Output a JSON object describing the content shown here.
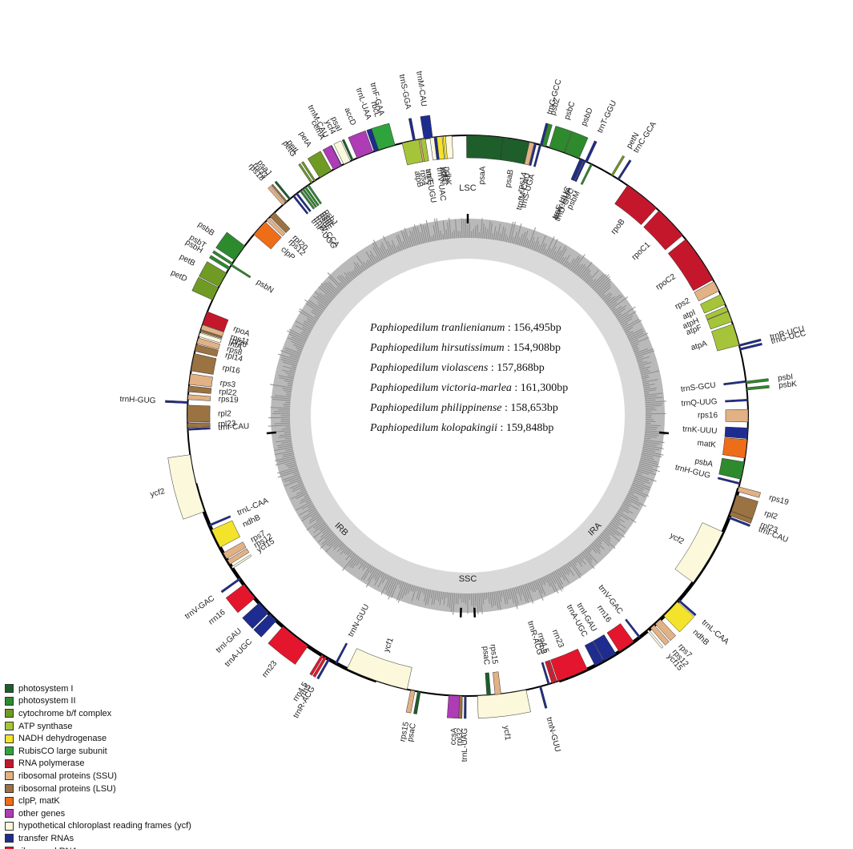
{
  "species": [
    {
      "name": "Paphiopedilum tranlienianum",
      "length": ": 156,495bp"
    },
    {
      "name": "Paphiopedilum hirsutissimum",
      "length": ": 154,908bp"
    },
    {
      "name": "Paphiopedilum violascens",
      "length": ": 157,868bp"
    },
    {
      "name": "Paphiopedilum victoria-marlea",
      "length": ": 161,300bp"
    },
    {
      "name": "Paphiopedilum philippinense",
      "length": ": 158,653bp"
    },
    {
      "name": "Paphiopedilum kolopakingii",
      "length": ": 159,848bp"
    }
  ],
  "regions": {
    "lsc": "LSC",
    "irb": "IRB",
    "ssc": "SSC",
    "ira": "IRA"
  },
  "legend": [
    {
      "label": "photosystem I",
      "color": "#1d5e2a"
    },
    {
      "label": "photosystem II",
      "color": "#2d8a2d"
    },
    {
      "label": "cytochrome b/f complex",
      "color": "#6f9a24"
    },
    {
      "label": "ATP synthase",
      "color": "#a6c43a"
    },
    {
      "label": "NADH dehydrogenase",
      "color": "#f3e32b"
    },
    {
      "label": "RubisCO large subunit",
      "color": "#2fa43c"
    },
    {
      "label": "RNA polymerase",
      "color": "#c4172b"
    },
    {
      "label": "ribosomal proteins (SSU)",
      "color": "#e2b184"
    },
    {
      "label": "ribosomal proteins (LSU)",
      "color": "#9b7241"
    },
    {
      "label": "clpP, matK",
      "color": "#ee6d18"
    },
    {
      "label": "other genes",
      "color": "#ad3cb5"
    },
    {
      "label": "hypothetical chloroplast reading frames (ycf)",
      "color": "#fcf8dc"
    },
    {
      "label": "transfer RNAs",
      "color": "#1f2c8f"
    },
    {
      "label": "ribosomal RNAs",
      "color": "#e3162d"
    }
  ],
  "genes": [
    {
      "name": "trnM-CAU",
      "angle": -27,
      "out": true,
      "w": 0.6,
      "cat": 12
    },
    {
      "name": "trnL-UAA",
      "angle": -18.5,
      "out": true,
      "w": 2.0,
      "cat": 12
    },
    {
      "name": "trnF-GAA",
      "angle": -16,
      "out": true,
      "w": 0.5,
      "cat": 12
    },
    {
      "name": "trnS-GGA",
      "angle": -11,
      "out": true,
      "w": 0.5,
      "cat": 12
    },
    {
      "name": "rps4",
      "angle": -10.5,
      "out": false,
      "w": 1.8,
      "cat": 7
    },
    {
      "name": "trnT-UGU",
      "angle": -9.2,
      "out": false,
      "w": 0.4,
      "cat": 12
    },
    {
      "name": "ycf3",
      "angle": -5.5,
      "out": false,
      "w": 4.5,
      "cat": 11
    },
    {
      "name": "psaA",
      "angle": 3.5,
      "out": false,
      "w": 7.5,
      "cat": 0
    },
    {
      "name": "psaB",
      "angle": 10.0,
      "out": false,
      "w": 5.5,
      "cat": 0
    },
    {
      "name": "rps14",
      "angle": 13.2,
      "out": false,
      "w": 1.0,
      "cat": 7
    },
    {
      "name": "trnfM-CAU",
      "angle": 14.0,
      "out": false,
      "w": 0.4,
      "cat": 12
    },
    {
      "name": "trnS-UGA",
      "angle": 15.0,
      "out": false,
      "w": 0.4,
      "cat": 12
    },
    {
      "name": "trnG-GCC",
      "angle": 15.2,
      "out": true,
      "w": 0.5,
      "cat": 12
    },
    {
      "name": "psbZ",
      "angle": 15.8,
      "out": true,
      "w": 0.8,
      "cat": 1
    },
    {
      "name": "psbC",
      "angle": 18.5,
      "out": true,
      "w": 3.2,
      "cat": 1
    },
    {
      "name": "psbD",
      "angle": 21.8,
      "out": true,
      "w": 3.2,
      "cat": 1
    },
    {
      "name": "trnT-GGU",
      "angle": 25.0,
      "out": true,
      "w": 0.5,
      "cat": 12
    },
    {
      "name": "trnE-UUC",
      "angle": 23.8,
      "out": false,
      "w": 0.4,
      "cat": 12
    },
    {
      "name": "trnY-GUA",
      "angle": 24.2,
      "out": false,
      "w": 0.4,
      "cat": 12
    },
    {
      "name": "trnD-GUC",
      "angle": 24.7,
      "out": false,
      "w": 0.4,
      "cat": 12
    },
    {
      "name": "psbM",
      "angle": 26.2,
      "out": false,
      "w": 0.4,
      "cat": 1
    },
    {
      "name": "petN",
      "angle": 31.0,
      "out": true,
      "w": 0.4,
      "cat": 2
    },
    {
      "name": "trnC-GCA",
      "angle": 32.5,
      "out": true,
      "w": 0.4,
      "cat": 12
    },
    {
      "name": "rpoB",
      "angle": 38.5,
      "out": false,
      "w": 7.5,
      "cat": 6
    },
    {
      "name": "rpoC1",
      "angle": 46.5,
      "out": false,
      "w": 7.0,
      "cat": 6
    },
    {
      "name": "rpoC2",
      "angle": 56.0,
      "out": false,
      "w": 10.0,
      "cat": 6
    },
    {
      "name": "rps2",
      "angle": 62.5,
      "out": false,
      "w": 2.2,
      "cat": 7
    },
    {
      "name": "atpI",
      "angle": 65.5,
      "out": false,
      "w": 2.2,
      "cat": 3
    },
    {
      "name": "atpH",
      "angle": 67.6,
      "out": false,
      "w": 1.0,
      "cat": 3
    },
    {
      "name": "atpF",
      "angle": 69.3,
      "out": false,
      "w": 2.2,
      "cat": 3
    },
    {
      "name": "atpA",
      "angle": 73.2,
      "out": false,
      "w": 4.5,
      "cat": 3
    },
    {
      "name": "trnR-UCU",
      "angle": 75.5,
      "out": true,
      "w": 0.4,
      "cat": 12
    },
    {
      "name": "trnG-UCC",
      "angle": 76.3,
      "out": true,
      "w": 0.4,
      "cat": 12
    },
    {
      "name": "psbI",
      "angle": 83.2,
      "out": true,
      "w": 0.5,
      "cat": 1
    },
    {
      "name": "psbK",
      "angle": 84.5,
      "out": true,
      "w": 0.5,
      "cat": 1
    },
    {
      "name": "trnS-GCU",
      "angle": 83.0,
      "out": false,
      "w": 0.4,
      "cat": 12
    },
    {
      "name": "trnQ-UUG",
      "angle": 86.8,
      "out": false,
      "w": 0.4,
      "cat": 12
    },
    {
      "name": "rps16",
      "angle": 90.0,
      "out": false,
      "w": 2.6,
      "cat": 7
    },
    {
      "name": "trnK-UUU",
      "angle": 93.6,
      "out": false,
      "w": 2.2,
      "cat": 12
    },
    {
      "name": "matK",
      "angle": 96.8,
      "out": false,
      "w": 3.8,
      "cat": 9
    },
    {
      "name": "psbA",
      "angle": 101.3,
      "out": false,
      "w": 3.6,
      "cat": 1
    },
    {
      "name": "trnH-GUG",
      "angle": 104.0,
      "out": false,
      "w": 0.4,
      "cat": 12
    },
    {
      "name": "rps19",
      "angle": 105.2,
      "out": true,
      "w": 1.0,
      "cat": 7
    },
    {
      "name": "rpl2",
      "angle": 108.2,
      "out": true,
      "w": 3.5,
      "cat": 8
    },
    {
      "name": "rpl23",
      "angle": 110.4,
      "out": true,
      "w": 0.9,
      "cat": 8
    },
    {
      "name": "trnI-CAU",
      "angle": 111.3,
      "out": true,
      "w": 0.4,
      "cat": 12
    },
    {
      "name": "ycf2",
      "angle": 120.5,
      "out": false,
      "w": 12.0,
      "cat": 11
    },
    {
      "name": "trnL-CAA",
      "angle": 131.2,
      "out": true,
      "w": 0.4,
      "cat": 12
    },
    {
      "name": "ndhB",
      "angle": 133.6,
      "out": true,
      "w": 4.0,
      "cat": 4
    },
    {
      "name": "rps7",
      "angle": 137.3,
      "out": true,
      "w": 1.4,
      "cat": 7
    },
    {
      "name": "rps12",
      "angle": 138.8,
      "out": true,
      "w": 1.0,
      "cat": 7
    },
    {
      "name": "ycf15",
      "angle": 140.0,
      "out": true,
      "w": 0.4,
      "cat": 11
    },
    {
      "name": "trnV-GAC",
      "angle": 142.2,
      "out": false,
      "w": 0.4,
      "cat": 12
    },
    {
      "name": "rrn16",
      "angle": 145.5,
      "out": false,
      "w": 3.6,
      "cat": 13
    },
    {
      "name": "trnI-GAU",
      "angle": 149.5,
      "out": false,
      "w": 2.8,
      "cat": 12
    },
    {
      "name": "trnA-UGC",
      "angle": 152.0,
      "out": false,
      "w": 2.0,
      "cat": 12
    },
    {
      "name": "rrn23",
      "angle": 158.0,
      "out": false,
      "w": 6.5,
      "cat": 13
    },
    {
      "name": "rrn4.5",
      "angle": 161.7,
      "out": false,
      "w": 0.5,
      "cat": 13
    },
    {
      "name": "rrn5",
      "angle": 162.3,
      "out": false,
      "w": 0.5,
      "cat": 13
    },
    {
      "name": "trnR-ACG",
      "angle": 163.2,
      "out": false,
      "w": 0.4,
      "cat": 12
    },
    {
      "name": "trnN-GUU",
      "angle": 165.0,
      "out": true,
      "w": 0.4,
      "cat": 12
    },
    {
      "name": "ycf1",
      "angle": 173.0,
      "out": true,
      "w": 10.0,
      "cat": 11
    },
    {
      "name": "rps15",
      "angle": 173.8,
      "out": false,
      "w": 1.2,
      "cat": 7
    },
    {
      "name": "psaC",
      "angle": 175.7,
      "out": false,
      "w": 0.8,
      "cat": 0
    },
    {
      "name": "ccsA",
      "angle": -177.5,
      "out": true,
      "w": 2.8,
      "cat": 10
    },
    {
      "name": "trnL-UAG",
      "angle": -179.5,
      "out": true,
      "w": 0.4,
      "cat": 12
    },
    {
      "name": "rpl32",
      "angle": -178.6,
      "out": true,
      "w": 0.6,
      "cat": 8
    },
    {
      "name": "ycf1",
      "angle": -161.0,
      "out": false,
      "w": 13.0,
      "cat": 11
    },
    {
      "name": "psaC",
      "angle": -170.0,
      "out": true,
      "w": 0.6,
      "cat": 0
    },
    {
      "name": "rps15",
      "angle": -168.7,
      "out": true,
      "w": 0.9,
      "cat": 7
    },
    {
      "name": "trnN-GUU",
      "angle": -152.0,
      "out": false,
      "w": 0.4,
      "cat": 12
    },
    {
      "name": "trnR-ACG",
      "angle": -150.3,
      "out": true,
      "w": 0.4,
      "cat": 12
    },
    {
      "name": "rrn5",
      "angle": -149.5,
      "out": true,
      "w": 0.5,
      "cat": 13
    },
    {
      "name": "rrn4.5",
      "angle": -148.8,
      "out": true,
      "w": 0.5,
      "cat": 13
    },
    {
      "name": "rrn23",
      "angle": -142.0,
      "out": true,
      "w": 6.5,
      "cat": 13
    },
    {
      "name": "trnA-UGC",
      "angle": -136.0,
      "out": true,
      "w": 2.0,
      "cat": 12
    },
    {
      "name": "trnI-GAU",
      "angle": -133.3,
      "out": true,
      "w": 2.8,
      "cat": 12
    },
    {
      "name": "rrn16",
      "angle": -128.8,
      "out": true,
      "w": 3.6,
      "cat": 13
    },
    {
      "name": "trnV-GAC",
      "angle": -125.6,
      "out": true,
      "w": 0.4,
      "cat": 12
    },
    {
      "name": "ycf15",
      "angle": -122.8,
      "out": false,
      "w": 0.4,
      "cat": 11
    },
    {
      "name": "rps12",
      "angle": -121.5,
      "out": false,
      "w": 1.0,
      "cat": 7
    },
    {
      "name": "rps7",
      "angle": -120.0,
      "out": false,
      "w": 1.4,
      "cat": 7
    },
    {
      "name": "ndhB",
      "angle": -116.0,
      "out": false,
      "w": 4.0,
      "cat": 4
    },
    {
      "name": "trnL-CAA",
      "angle": -113.0,
      "out": false,
      "w": 0.4,
      "cat": 12
    },
    {
      "name": "ycf2",
      "angle": -104.0,
      "out": true,
      "w": 12.0,
      "cat": 11
    },
    {
      "name": "trnI-CAU",
      "angle": -92.8,
      "out": false,
      "w": 0.4,
      "cat": 12
    },
    {
      "name": "rpl23",
      "angle": -92.0,
      "out": false,
      "w": 0.9,
      "cat": 8
    },
    {
      "name": "rpl2",
      "angle": -89.6,
      "out": false,
      "w": 3.5,
      "cat": 8
    },
    {
      "name": "trnH-GUG",
      "angle": -87.3,
      "out": true,
      "w": 0.4,
      "cat": 12
    },
    {
      "name": "rps19",
      "angle": -86.2,
      "out": false,
      "w": 1.0,
      "cat": 7
    },
    {
      "name": "rpl22",
      "angle": -84.5,
      "out": false,
      "w": 1.2,
      "cat": 8
    },
    {
      "name": "rps3",
      "angle": -82.5,
      "out": false,
      "w": 2.2,
      "cat": 7
    },
    {
      "name": "rpl16",
      "angle": -79.0,
      "out": false,
      "w": 3.6,
      "cat": 8
    },
    {
      "name": "rpl14",
      "angle": -76.0,
      "out": false,
      "w": 1.4,
      "cat": 8
    },
    {
      "name": "rps8",
      "angle": -74.5,
      "out": false,
      "w": 1.2,
      "cat": 7
    },
    {
      "name": "infA",
      "angle": -73.2,
      "out": false,
      "w": 0.8,
      "cat": 11
    },
    {
      "name": "rpl36",
      "angle": -72.4,
      "out": false,
      "w": 0.4,
      "cat": 8
    },
    {
      "name": "rps11",
      "angle": -71.6,
      "out": false,
      "w": 1.0,
      "cat": 7
    },
    {
      "name": "rpoA",
      "angle": -69.6,
      "out": false,
      "w": 2.8,
      "cat": 6
    },
    {
      "name": "petD",
      "angle": -64.2,
      "out": true,
      "w": 2.8,
      "cat": 2
    },
    {
      "name": "petB",
      "angle": -61.0,
      "out": true,
      "w": 3.2,
      "cat": 2
    },
    {
      "name": "psbH",
      "angle": -58.3,
      "out": true,
      "w": 0.6,
      "cat": 1
    },
    {
      "name": "psbN",
      "angle": -57.5,
      "out": false,
      "w": 0.4,
      "cat": 1
    },
    {
      "name": "psbT",
      "angle": -57.2,
      "out": true,
      "w": 0.5,
      "cat": 1
    },
    {
      "name": "psbB",
      "angle": -54.5,
      "out": true,
      "w": 3.6,
      "cat": 1
    },
    {
      "name": "clpP",
      "angle": -48.0,
      "out": false,
      "w": 3.5,
      "cat": 9
    },
    {
      "name": "rps12",
      "angle": -45.5,
      "out": false,
      "w": 0.8,
      "cat": 7
    },
    {
      "name": "rpl20",
      "angle": -44.2,
      "out": false,
      "w": 1.3,
      "cat": 8
    },
    {
      "name": "rps18",
      "angle": -41.0,
      "out": true,
      "w": 0.6,
      "cat": 7
    },
    {
      "name": "rpl33",
      "angle": -40.3,
      "out": true,
      "w": 0.4,
      "cat": 8
    },
    {
      "name": "psaJ",
      "angle": -39.4,
      "out": true,
      "w": 0.4,
      "cat": 0
    },
    {
      "name": "trnP-UGG",
      "angle": -38.4,
      "out": false,
      "w": 0.4,
      "cat": 12
    },
    {
      "name": "trnW-CCA",
      "angle": -37.6,
      "out": false,
      "w": 0.4,
      "cat": 12
    },
    {
      "name": "psbE",
      "angle": -36.6,
      "out": false,
      "w": 0.4,
      "cat": 1
    },
    {
      "name": "psbF",
      "angle": -36.0,
      "out": false,
      "w": 0.4,
      "cat": 1
    },
    {
      "name": "psbL",
      "angle": -35.4,
      "out": false,
      "w": 0.4,
      "cat": 1
    },
    {
      "name": "psbJ",
      "angle": -34.7,
      "out": false,
      "w": 0.4,
      "cat": 1
    },
    {
      "name": "petG",
      "angle": -33.8,
      "out": true,
      "w": 0.4,
      "cat": 2
    },
    {
      "name": "petL",
      "angle": -33.1,
      "out": true,
      "w": 0.4,
      "cat": 2
    },
    {
      "name": "petA",
      "angle": -30.5,
      "out": true,
      "w": 2.8,
      "cat": 2
    },
    {
      "name": "cemA",
      "angle": -27.7,
      "out": true,
      "w": 1.8,
      "cat": 10
    },
    {
      "name": "ycf4",
      "angle": -25.5,
      "out": true,
      "w": 1.5,
      "cat": 11
    },
    {
      "name": "psaI",
      "angle": -24.3,
      "out": true,
      "w": 0.4,
      "cat": 0
    },
    {
      "name": "accD",
      "angle": -21.5,
      "out": true,
      "w": 3.5,
      "cat": 10
    },
    {
      "name": "rbcL",
      "angle": -16.8,
      "out": true,
      "w": 3.5,
      "cat": 5
    },
    {
      "name": "atpB",
      "angle": -11.8,
      "out": false,
      "w": 3.5,
      "cat": 3
    },
    {
      "name": "atpE",
      "angle": -9.2,
      "out": false,
      "w": 1.0,
      "cat": 3
    },
    {
      "name": "trnM-CAU",
      "angle": -8.1,
      "out": true,
      "w": 1.8,
      "cat": 12
    },
    {
      "name": "trnV-UAC",
      "angle": -6.6,
      "out": false,
      "w": 0.6,
      "cat": 12
    },
    {
      "name": "ndhJ",
      "angle": -5.8,
      "out": false,
      "w": 1.1,
      "cat": 4
    },
    {
      "name": "ndhK",
      "angle": -4.8,
      "out": false,
      "w": 0.5,
      "cat": 4
    }
  ]
}
